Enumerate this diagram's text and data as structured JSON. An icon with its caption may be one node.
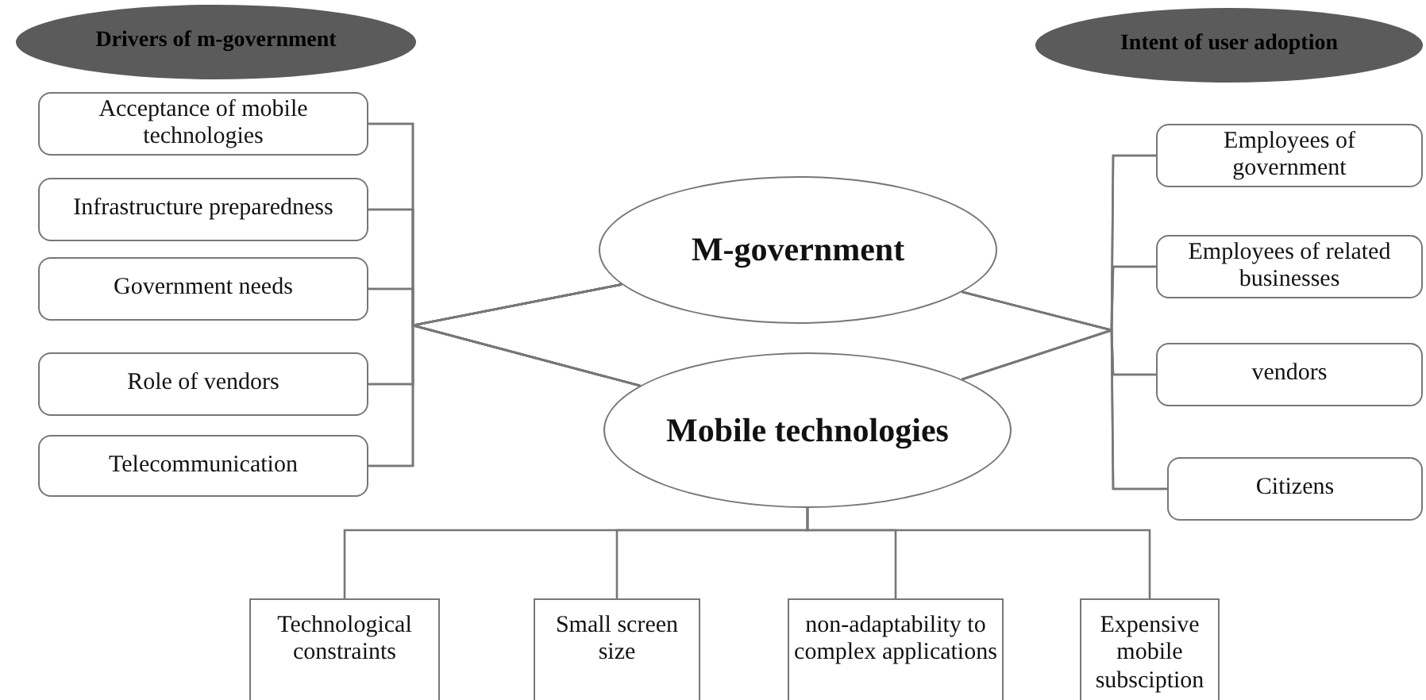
{
  "diagram": {
    "nodes": [
      {
        "text": [
          "Drivers of m-government"
        ]
      },
      {
        "text": [
          "Intent of user adoption"
        ]
      },
      {
        "text": [
          "Acceptance of mobile technologies"
        ]
      },
      {
        "text": [
          "Infrastructure preparedness"
        ]
      },
      {
        "text": [
          "Government needs"
        ]
      },
      {
        "text": [
          "Role of vendors"
        ]
      },
      {
        "text": [
          "Telecommunication"
        ]
      },
      {
        "text": [
          "M-government"
        ]
      },
      {
        "text": [
          "Mobile technologies"
        ]
      },
      {
        "text": [
          "Employees of government"
        ]
      },
      {
        "text": [
          "Employees of related businesses"
        ]
      },
      {
        "text": [
          "vendors"
        ]
      },
      {
        "text": [
          "Citizens"
        ]
      },
      {
        "text": [
          "Technological constraints"
        ]
      },
      {
        "text": [
          "Small screen size"
        ]
      },
      {
        "text": [
          "non-adaptability to complex applications"
        ]
      },
      {
        "text": [
          "Expensive mobile subsciption"
        ]
      }
    ],
    "edges": [
      {
        "from": 2,
        "to": 7,
        "arrow": "none"
      },
      {
        "from": 2,
        "to": 8,
        "arrow": "none"
      },
      {
        "from": 3,
        "to": 7,
        "arrow": "none"
      },
      {
        "from": 3,
        "to": 8,
        "arrow": "none"
      },
      {
        "from": 4,
        "to": 7,
        "arrow": "none"
      },
      {
        "from": 4,
        "to": 8,
        "arrow": "none"
      },
      {
        "from": 5,
        "to": 7,
        "arrow": "none"
      },
      {
        "from": 5,
        "to": 8,
        "arrow": "none"
      },
      {
        "from": 6,
        "to": 7,
        "arrow": "none"
      },
      {
        "from": 6,
        "to": 8,
        "arrow": "none"
      },
      {
        "from": 7,
        "to": 9,
        "arrow": "none"
      },
      {
        "from": 8,
        "to": 9,
        "arrow": "none"
      },
      {
        "from": 7,
        "to": 10,
        "arrow": "none"
      },
      {
        "from": 8,
        "to": 10,
        "arrow": "none"
      },
      {
        "from": 7,
        "to": 11,
        "arrow": "none"
      },
      {
        "from": 8,
        "to": 11,
        "arrow": "none"
      },
      {
        "from": 7,
        "to": 12,
        "arrow": "none"
      },
      {
        "from": 8,
        "to": 12,
        "arrow": "none"
      },
      {
        "from": 8,
        "to": 13,
        "arrow": "none"
      },
      {
        "from": 8,
        "to": 14,
        "arrow": "none"
      },
      {
        "from": 8,
        "to": 15,
        "arrow": "none"
      },
      {
        "from": 8,
        "to": 16,
        "arrow": "none"
      }
    ]
  }
}
